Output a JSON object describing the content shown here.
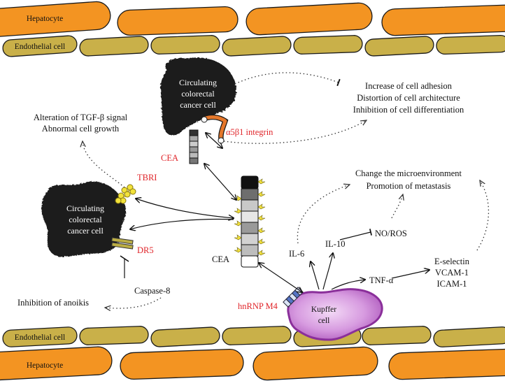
{
  "cells": {
    "hepatocyte": "Hepatocyte",
    "endothelial": "Endothelial cell",
    "kupffer": [
      "Kupffer",
      "cell"
    ],
    "cancer_cell": [
      "Circulating",
      "colorectal",
      "cancer cell"
    ]
  },
  "molecules": {
    "cea": "CEA",
    "integrin": "α5β1 integrin",
    "tbri": "TBRI",
    "dr5": "DR5",
    "hnrnp": "hnRNP M4",
    "il6": "IL-6",
    "il10": "IL-10",
    "no_ros": "NO/ROS",
    "tnf": "TNF-α",
    "caspase": "Caspase-8",
    "adhesion_molecules": [
      "E-selectin",
      "VCAM-1",
      "ICAM-1"
    ]
  },
  "outcomes": {
    "adhesion": [
      "Increase of cell adhesion",
      "Distortion of cell architecture",
      "Inhibition of cell differentiation"
    ],
    "tgf": [
      "Alteration of TGF-β signal",
      "Abnormal cell growth"
    ],
    "microenv": [
      "Change the microenvironment",
      "Promotion of metastasis"
    ],
    "anoikis": "Inhibition of anoikis"
  },
  "colors": {
    "hepatocyte": "#f39422",
    "endothelial": "#c9b049",
    "kupffer": "#c57bd0",
    "cancer_cell": "#1c1c1c",
    "highlight_label": "#e0252a",
    "integrin": "#e5772a",
    "tbri": "#f2e23a",
    "dr5": "#bcae45"
  }
}
